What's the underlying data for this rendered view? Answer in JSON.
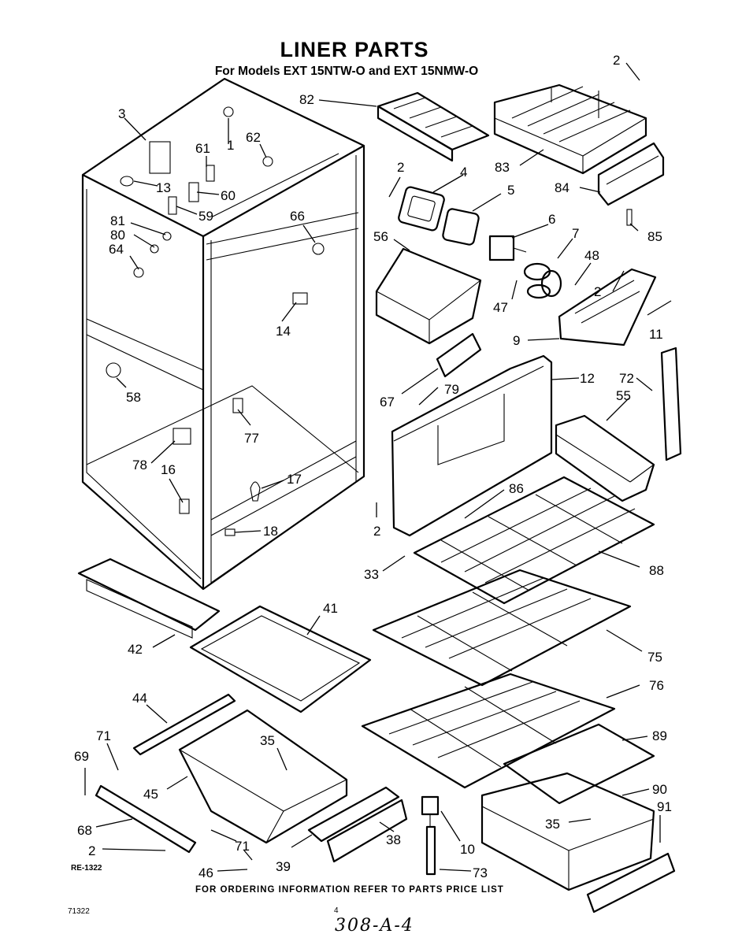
{
  "title": "LINER PARTS",
  "subtitle": "For Models EXT 15NTW-O  and  EXT 15NMW-O",
  "footer_note": "FOR ORDERING INFORMATION REFER TO PARTS PRICE LIST",
  "drawing_code": "RE-1322",
  "bottom_code": "71322",
  "page_number": "4",
  "handwritten_ref": "308-A-4",
  "labels": {
    "p1": "1",
    "p2a": "2",
    "p2b": "2",
    "p2c": "2",
    "p2d": "2",
    "p2e": "2",
    "p3": "3",
    "p4": "4",
    "p5": "5",
    "p6": "6",
    "p7": "7",
    "p9": "9",
    "p10": "10",
    "p11": "11",
    "p12": "12",
    "p13": "13",
    "p14": "14",
    "p16": "16",
    "p17": "17",
    "p18": "18",
    "p33": "33",
    "p35a": "35",
    "p35b": "35",
    "p38": "38",
    "p39": "39",
    "p41": "41",
    "p42": "42",
    "p44": "44",
    "p45": "45",
    "p46": "46",
    "p47": "47",
    "p48": "48",
    "p55": "55",
    "p56": "56",
    "p58": "58",
    "p59": "59",
    "p60": "60",
    "p61": "61",
    "p62": "62",
    "p64": "64",
    "p66": "66",
    "p67": "67",
    "p68": "68",
    "p69": "69",
    "p71a": "71",
    "p71b": "71",
    "p72": "72",
    "p73": "73",
    "p75": "75",
    "p76": "76",
    "p77": "77",
    "p78": "78",
    "p79": "79",
    "p80": "80",
    "p81": "81",
    "p82": "82",
    "p83": "83",
    "p84": "84",
    "p85": "85",
    "p86": "86",
    "p88": "88",
    "p89": "89",
    "p90": "90",
    "p91": "91"
  }
}
